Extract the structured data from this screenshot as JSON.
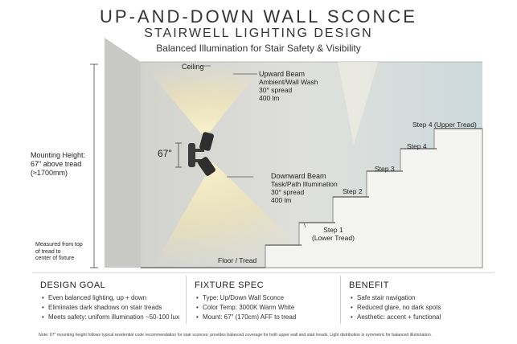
{
  "header": {
    "title": "UP-AND-DOWN WALL SCONCE",
    "subtitle": "STAIRWELL LIGHTING DESIGN",
    "tagline": "Balanced Illumination for Stair Safety & Visibility"
  },
  "diagram": {
    "ceiling_label": "Ceiling",
    "upward_beam": {
      "title": "Upward Beam",
      "type": "Ambient/Wall Wash",
      "spread": "30° spread",
      "output": "400 lm"
    },
    "downward_beam": {
      "title": "Downward Beam",
      "type": "Task/Path Illumination",
      "spread": "30° spread",
      "output": "400 lm"
    },
    "height_marker": "67\"",
    "mounting_height": {
      "line1": "Mounting Height:",
      "line2": "67\" above tread",
      "line3": "(≈1700mm)"
    },
    "measured_note": {
      "line1": "Measured from top",
      "line2": "of tread to",
      "line3": "center of fixture"
    },
    "floor_label": "Floor / Tread",
    "steps": {
      "step1_line1": "Step 1",
      "step1_line2": "(Lower Tread)",
      "step2": "Step 2",
      "step3": "Step 3",
      "step4": "Step 4",
      "step4_upper": "Step 4 (Upper Tread)"
    },
    "colors": {
      "wall": "#dcdcd8",
      "ceiling": "#e4e5e2",
      "wall_right": "#c9d8dc",
      "beam": "#f6e7b0",
      "fixture": "#3a3a3a"
    }
  },
  "design_goal": {
    "heading": "DESIGN GOAL",
    "items": [
      "Even balanced lighting, up + down",
      "Eliminates dark shadows on stair treads",
      "Meets safety: uniform illumination ~50-100 lux"
    ]
  },
  "fixture_spec": {
    "heading": "FIXTURE SPEC",
    "items": [
      "Type: Up/Down Wall Sconce",
      "Color Temp: 3000K Warm White",
      "Mount: 67\" (170cm) AFF to tread"
    ]
  },
  "benefit": {
    "heading": "BENEFIT",
    "items": [
      "Safe stair navigation",
      "Reduced glare, no dark spots",
      "Aesthetic: accent + functional"
    ]
  },
  "footnote": "Note: 67\" mounting height follows typical residential code recommendation for stair sconces; provides balanced coverage for both upper wall and stair treads. Light distribution is symmetric for balanced illumination."
}
